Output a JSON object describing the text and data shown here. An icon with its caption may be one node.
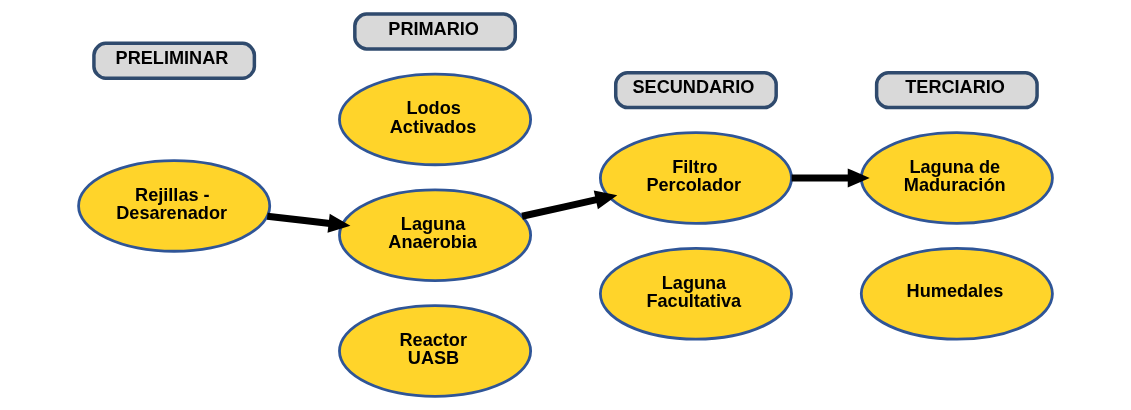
{
  "diagram": {
    "nodes": [
      {
        "text": [
          "PRELIMINAR"
        ]
      },
      {
        "text": [
          "PRIMARIO"
        ]
      },
      {
        "text": [
          "SECUNDARIO"
        ]
      },
      {
        "text": [
          "TERCIARIO"
        ]
      },
      {
        "text": [
          "Rejillas - Desarenador"
        ]
      },
      {
        "text": [
          "Lodos Activados"
        ]
      },
      {
        "text": [
          "Laguna Anaerobia"
        ]
      },
      {
        "text": [
          "Reactor UASB"
        ]
      },
      {
        "text": [
          "Filtro Percolador"
        ]
      },
      {
        "text": [
          "Laguna Facultativa"
        ]
      },
      {
        "text": [
          "Laguna de Maduración"
        ]
      },
      {
        "text": [
          "Humedales"
        ]
      }
    ],
    "edges": [
      {
        "from": 4,
        "to": 6,
        "arrow": "to"
      },
      {
        "from": 6,
        "to": 8,
        "arrow": "to"
      },
      {
        "from": 8,
        "to": 10,
        "arrow": "to"
      }
    ]
  }
}
